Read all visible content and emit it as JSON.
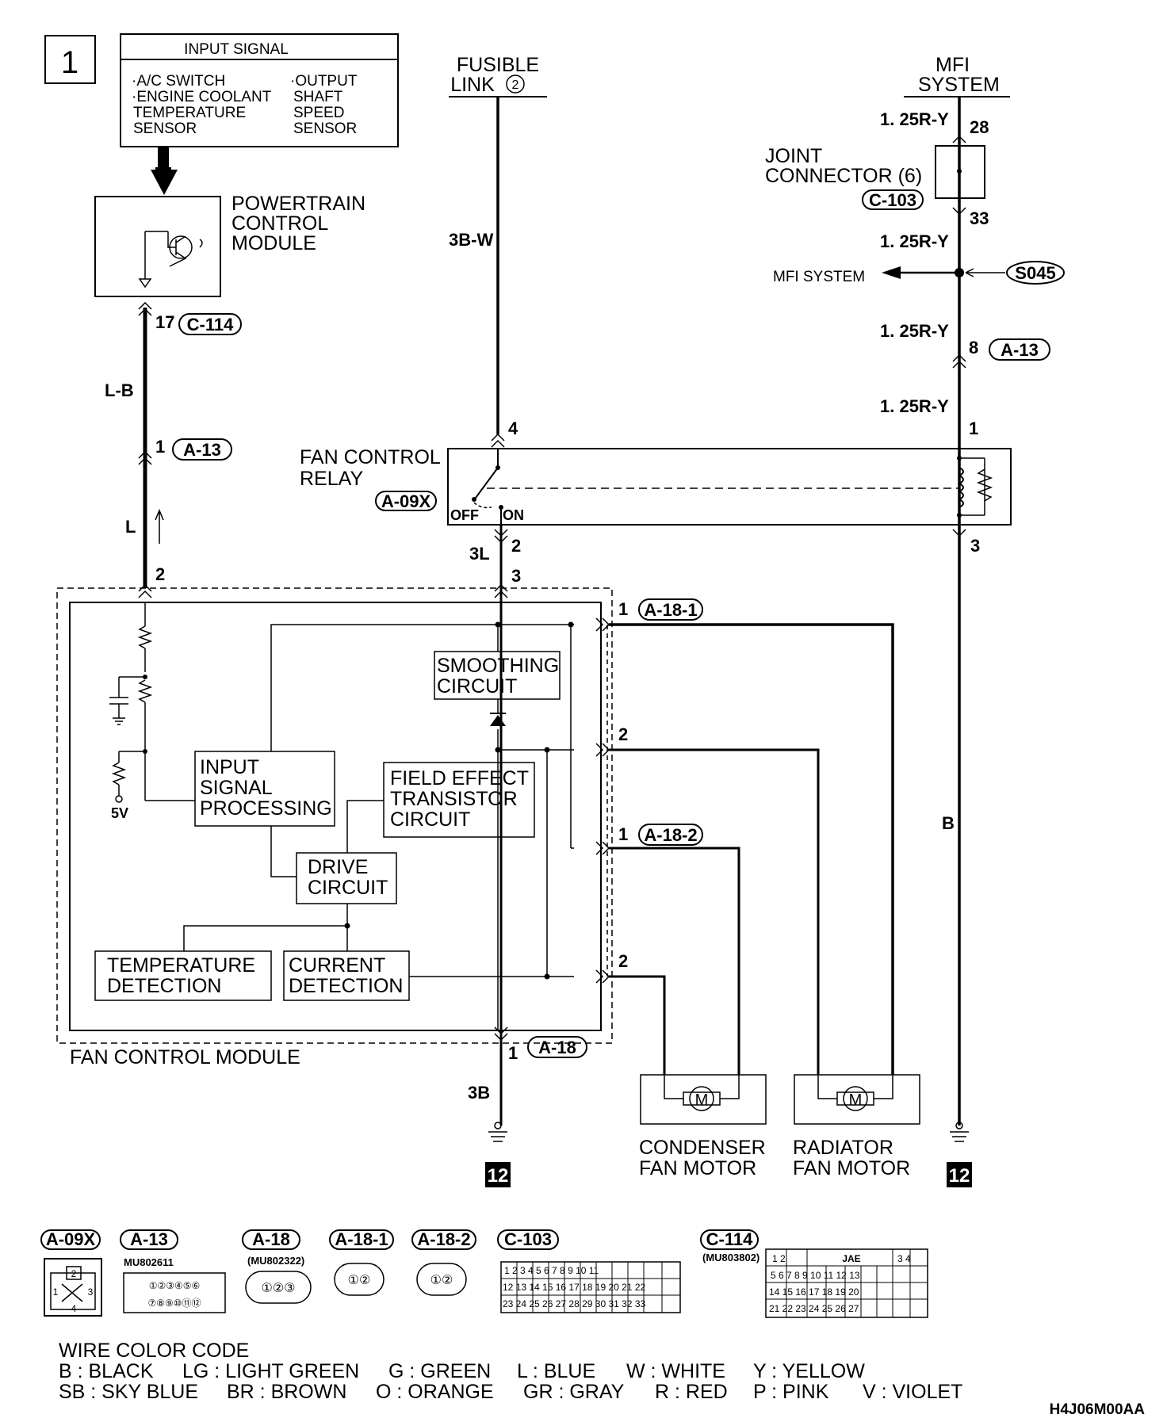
{
  "page_number": "1",
  "input_signal": {
    "title": "INPUT SIGNAL",
    "items_left": [
      "·A/C SWITCH",
      "·ENGINE COOLANT",
      "TEMPERATURE",
      "SENSOR"
    ],
    "items_right": [
      "·OUTPUT",
      "SHAFT",
      "SPEED",
      "SENSOR"
    ]
  },
  "pcm": {
    "label": [
      "POWERTRAIN",
      "CONTROL",
      "MODULE"
    ]
  },
  "fusible_link": {
    "label1": "FUSIBLE",
    "label2": "LINK",
    "number": "2"
  },
  "mfi_top": {
    "label1": "MFI",
    "label2": "SYSTEM"
  },
  "joint_connector": {
    "label1": "JOINT",
    "label2": "CONNECTOR (6)",
    "connector": "C-103"
  },
  "mfi_branch": {
    "label": "MFI SYSTEM",
    "splice": "S045"
  },
  "fan_relay": {
    "label1": "FAN CONTROL",
    "label2": "RELAY",
    "connector": "A-09X",
    "off": "OFF",
    "on": "ON"
  },
  "fan_module": {
    "label": "FAN CONTROL MODULE",
    "blocks": {
      "smoothing": [
        "SMOOTHING",
        "CIRCUIT"
      ],
      "input": [
        "INPUT",
        "SIGNAL",
        "PROCESSING"
      ],
      "fet": [
        "FIELD EFFECT",
        "TRANSISTOR",
        "CIRCUIT"
      ],
      "drive": [
        "DRIVE",
        "CIRCUIT"
      ],
      "temp": [
        "TEMPERATURE",
        "DETECTION"
      ],
      "current": [
        "CURRENT",
        "DETECTION"
      ]
    },
    "five_v": "5V"
  },
  "wires": {
    "pcm_out": "L-B",
    "module_in": "L",
    "fusible": "3B-W",
    "relay_out": "3L",
    "ground": "3B",
    "mfi_1": "1. 25R-Y",
    "mfi_2": "1. 25R-Y",
    "mfi_3": "1. 25R-Y",
    "mfi_4": "1. 25R-Y",
    "b": "B"
  },
  "pins": {
    "c114_17": "17",
    "a13_1": "1",
    "mod_2": "2",
    "relay_4": "4",
    "relay_2": "2",
    "mod_3": "3",
    "mfi_28": "28",
    "jc_33": "33",
    "a13_8": "8",
    "relay_1": "1",
    "relay_3": "3",
    "a181_1": "1",
    "a181_2": "2",
    "a182_1": "1",
    "a182_2": "2",
    "a18_1": "1"
  },
  "connectors": {
    "c114": "C-114",
    "a13": "A-13",
    "a13b": "A-13",
    "a181": "A-18-1",
    "a182": "A-18-2",
    "a18": "A-18"
  },
  "motors": {
    "condenser": [
      "CONDENSER",
      "FAN MOTOR"
    ],
    "radiator": [
      "RADIATOR",
      "FAN MOTOR"
    ],
    "symbol": "M"
  },
  "ground_ref": "12",
  "connector_views": [
    {
      "name": "A-09X"
    },
    {
      "name": "A-13",
      "part": "MU802611"
    },
    {
      "name": "A-18",
      "part": "(MU802322)"
    },
    {
      "name": "A-18-1"
    },
    {
      "name": "A-18-2"
    },
    {
      "name": "C-103"
    },
    {
      "name": "C-114",
      "part": "(MU803802)",
      "jae": "JAE"
    }
  ],
  "wire_color_code": {
    "title": "WIRE COLOR CODE",
    "row1": [
      "B : BLACK",
      "LG : LIGHT GREEN",
      "G : GREEN",
      "L : BLUE",
      "W : WHITE",
      "Y : YELLOW"
    ],
    "row2": [
      "SB : SKY BLUE",
      "BR : BROWN",
      "O : ORANGE",
      "GR : GRAY",
      "R : RED",
      "P : PINK",
      "V : VIOLET"
    ]
  },
  "figure_code": "H4J06M00AA"
}
